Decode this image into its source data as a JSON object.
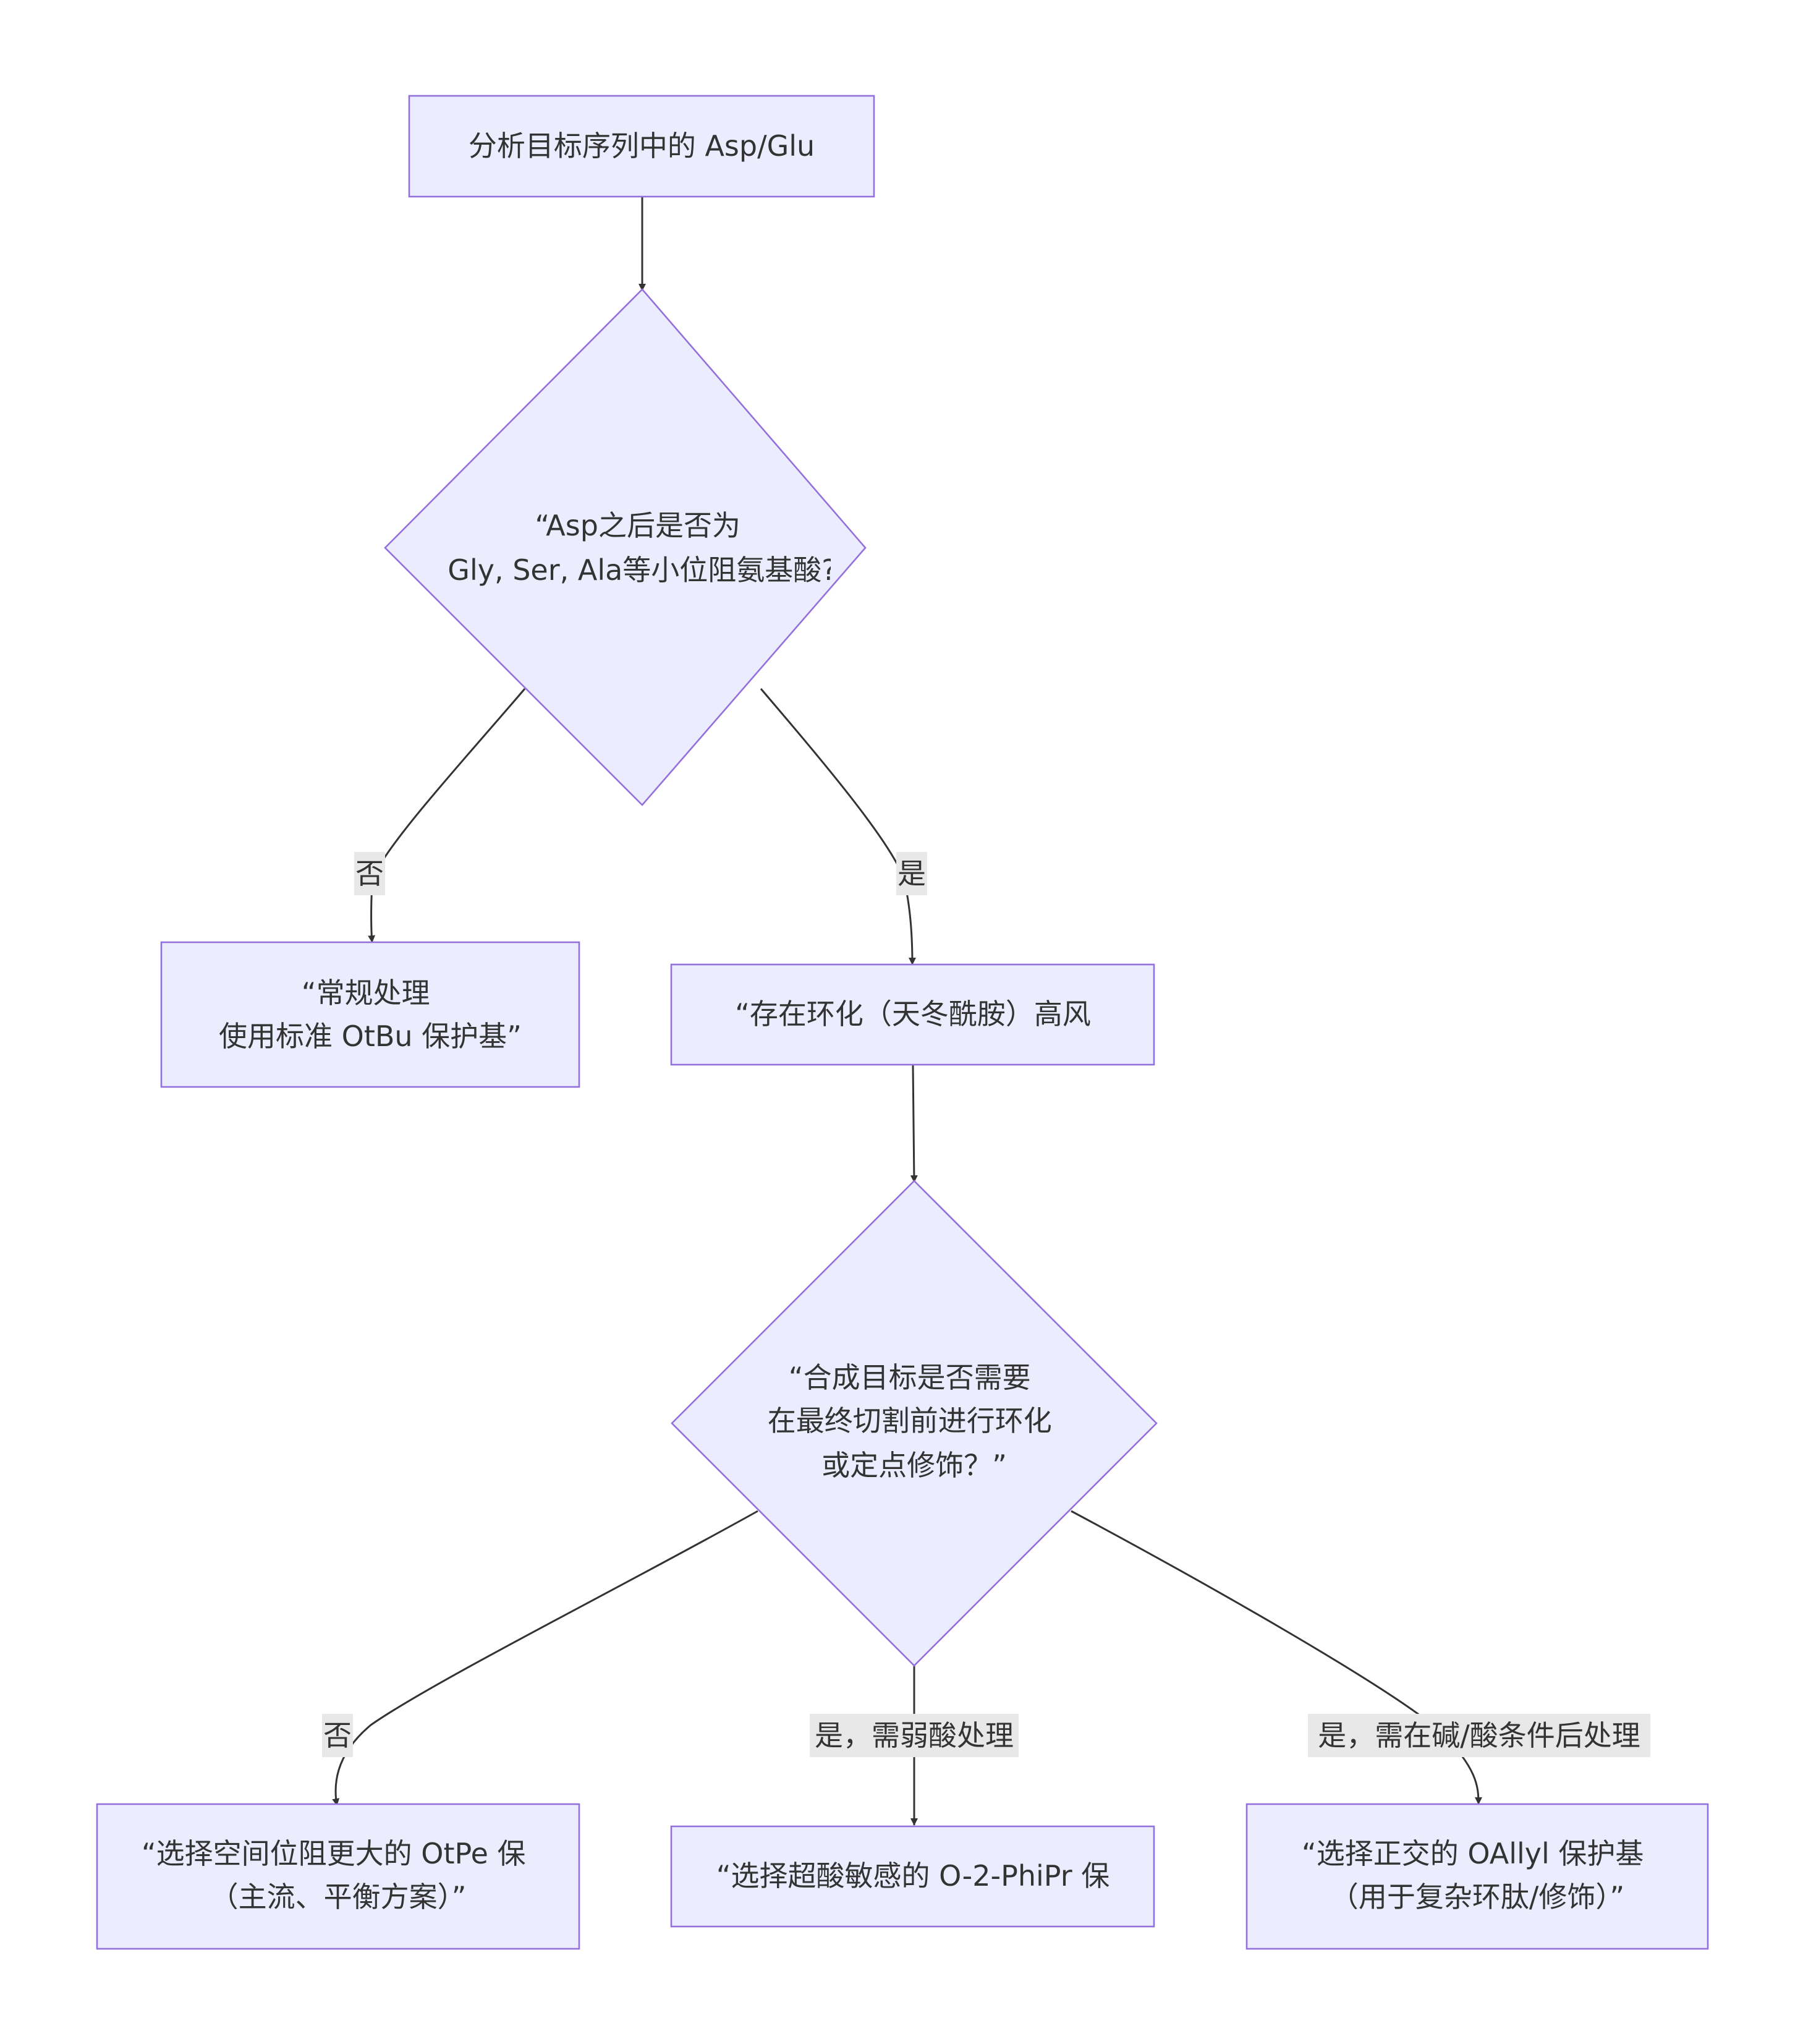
{
  "nodes": {
    "analyze": {
      "lines": [
        "分析目标序列中的 Asp/Glu"
      ]
    },
    "decision_small_residue": {
      "lines": [
        "“Asp之后是否为",
        "Gly, Ser, Ala等小位阻氨基酸?"
      ]
    },
    "routine": {
      "lines": [
        "“常规处理",
        "使用标准 OtBu 保护基”"
      ]
    },
    "cyclization_risk": {
      "lines": [
        "“存在环化（天冬酰胺）高风"
      ]
    },
    "decision_cyclize": {
      "lines": [
        "“合成目标是否需要",
        "在最终切割前进行环化",
        "或定点修饰？”"
      ]
    },
    "otpe": {
      "lines": [
        "“选择空间位阻更大的 OtPe 保",
        "（主流、平衡方案）”"
      ]
    },
    "phipr": {
      "lines": [
        "“选择超酸敏感的 O-2-PhiPr 保"
      ]
    },
    "oallyl": {
      "lines": [
        "“选择正交的 OAllyl 保护基",
        "（用于复杂环肽/修饰）”"
      ]
    }
  },
  "edge_labels": {
    "no_1": "否",
    "yes_1": "是",
    "no_2": "否",
    "yes_weak_acid": "是，需弱酸处理",
    "yes_base_acid": "是，需在碱/酸条件后处理"
  },
  "colors": {
    "node_fill": "#ececff",
    "node_stroke": "#9370db",
    "edge_stroke": "#333333",
    "label_bg": "#e8e8e8",
    "text": "#333333"
  }
}
